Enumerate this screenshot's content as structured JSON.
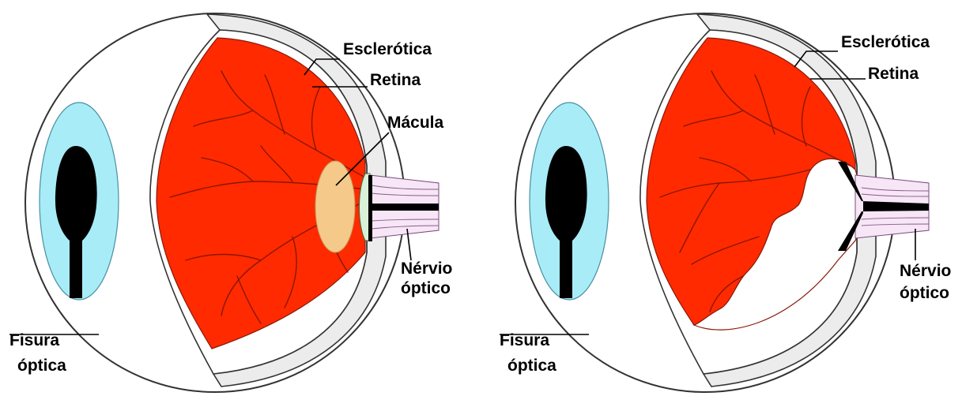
{
  "diagrams": [
    {
      "labels": {
        "sclera": "Esclerótica",
        "retina": "Retina",
        "macula": "Mácula",
        "optic_nerve_line1": "Nérvio",
        "optic_nerve_line2": "óptico",
        "optic_fissure_line1": "Fisura",
        "optic_fissure_line2": "óptica"
      }
    },
    {
      "labels": {
        "sclera": "Esclerótica",
        "retina": "Retina",
        "optic_nerve_line1": "Nérvio",
        "optic_nerve_line2": "óptico",
        "optic_fissure_line1": "Fisura",
        "optic_fissure_line2": "óptica"
      }
    }
  ],
  "colors": {
    "retina": "#ff2a00",
    "iris": "#a8ecf8",
    "macula": "#f4c98a",
    "sclera": "#ececec",
    "vessel": "#8b1608"
  }
}
